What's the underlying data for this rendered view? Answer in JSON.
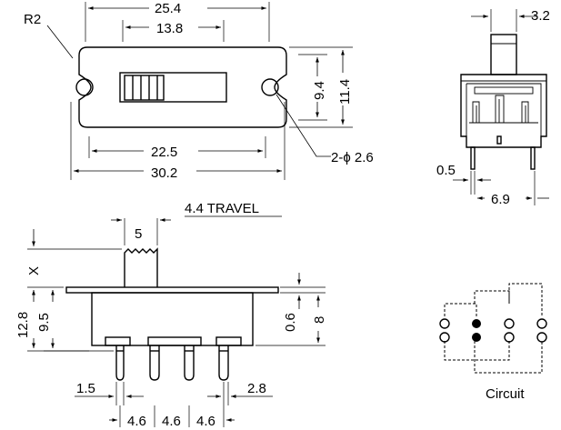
{
  "top_view": {
    "r2": "R2",
    "w_25_4": "25.4",
    "w_13_8": "13.8",
    "h_9_4": "9.4",
    "h_11_4": "11.4",
    "w_22_5": "22.5",
    "w_30_2": "30.2",
    "holes": "2-ϕ 2.6"
  },
  "side_view": {
    "w_3_2": "3.2",
    "w_0_5": "0.5",
    "w_6_9": "6.9"
  },
  "front_view": {
    "w_5": "5",
    "travel": "4.4 TRAVEL",
    "x": "X",
    "h_12_8": "12.8",
    "h_9_5": "9.5",
    "h_0_6": "0.6",
    "h_8": "8",
    "w_1_5": "1.5",
    "w_2_8": "2.8",
    "pitch_1": "4.6",
    "pitch_2": "4.6",
    "pitch_3": "4.6"
  },
  "circuit": {
    "label": "Circuit"
  }
}
